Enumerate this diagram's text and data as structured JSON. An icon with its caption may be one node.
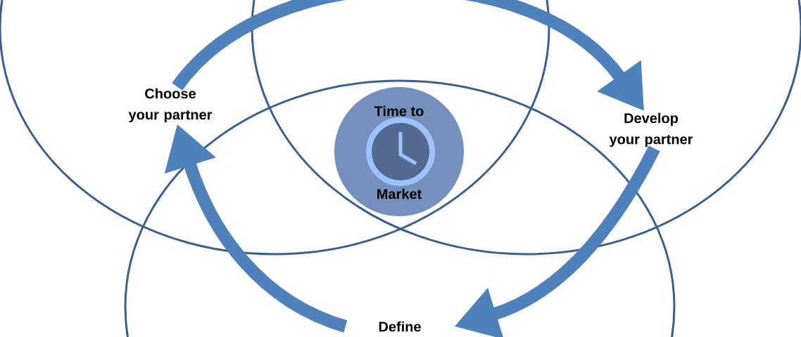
{
  "diagram": {
    "nodes": [
      {
        "text": [],
        "shape": "ellipse"
      },
      {
        "text": [],
        "shape": "ellipse"
      },
      {
        "text": [],
        "shape": "ellipse"
      },
      {
        "text": [
          "Choose your partner"
        ],
        "in": 0
      },
      {
        "text": [
          "Develop your partner"
        ],
        "in": 2
      },
      {
        "text": [
          "Define"
        ],
        "in": 1
      },
      {
        "text": [
          "Time to",
          "Market"
        ]
      }
    ],
    "edges": [
      {
        "from": 3,
        "to": 4,
        "arrow": "to"
      },
      {
        "from": 4,
        "to": 5,
        "arrow": "to"
      },
      {
        "from": 5,
        "to": 3,
        "arrow": "to"
      }
    ]
  }
}
